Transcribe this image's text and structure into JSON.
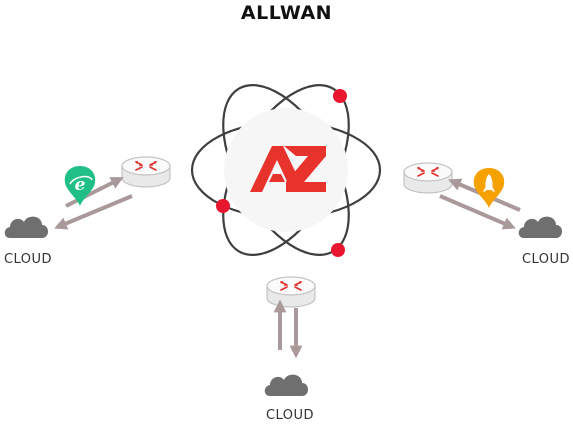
{
  "title": "ALLWAN",
  "clouds": {
    "left": {
      "label": "CLOUD"
    },
    "right": {
      "label": "CLOUD"
    },
    "bottom": {
      "label": "CLOUD"
    }
  },
  "hub": {
    "logo_icon": "az-logo-icon",
    "accent": "#e8322c"
  },
  "colors": {
    "router_body": "#f4f4f4",
    "router_outline": "#c8c8c8",
    "arrow": "#a9999a",
    "cloud": "#707070",
    "orbit_outline": "#444444",
    "orbit_dot": "#e8172f",
    "browser_badge": "#1fbf86",
    "rocket_badge": "#f5a100"
  },
  "icons": [
    "router-icon",
    "cloud-icon",
    "browser-e-icon",
    "rocket-icon",
    "atom-orbit-icon"
  ]
}
